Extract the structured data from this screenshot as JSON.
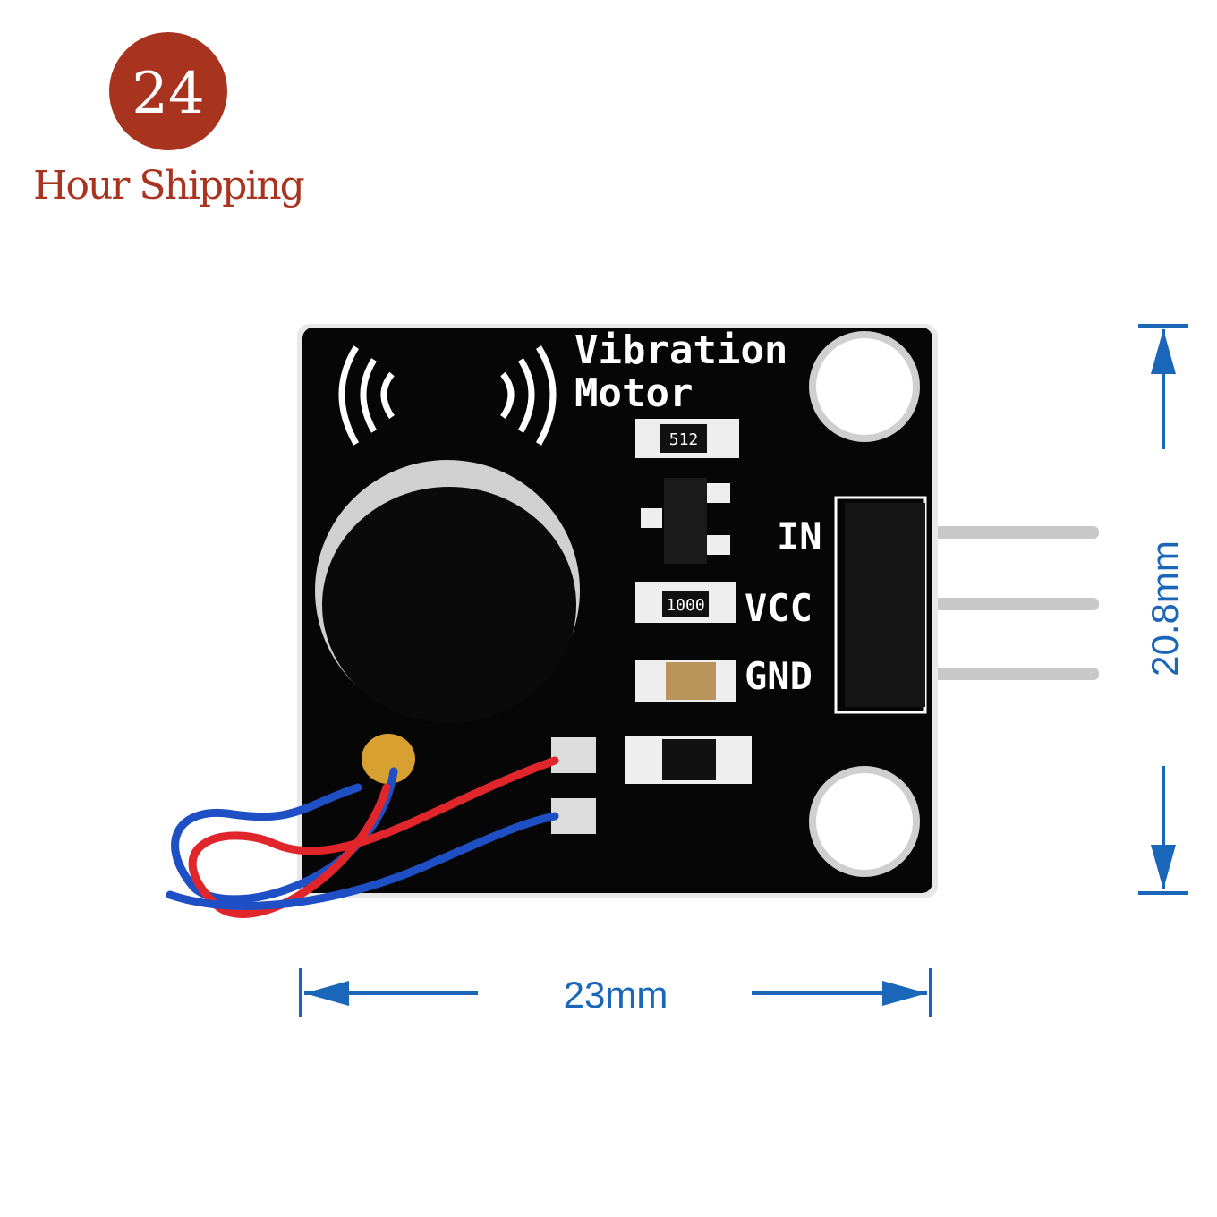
{
  "badge": {
    "number": "24",
    "text": "Hour Shipping",
    "color": "#a83420"
  },
  "board": {
    "title_line1": "Vibration",
    "title_line2": "Motor",
    "pins": [
      "IN",
      "VCC",
      "GND"
    ],
    "resistor1_code": "512",
    "resistor2_code": "1000"
  },
  "dimensions": {
    "width": "23mm",
    "height": "20.8mm",
    "color": "#1a66b8"
  }
}
